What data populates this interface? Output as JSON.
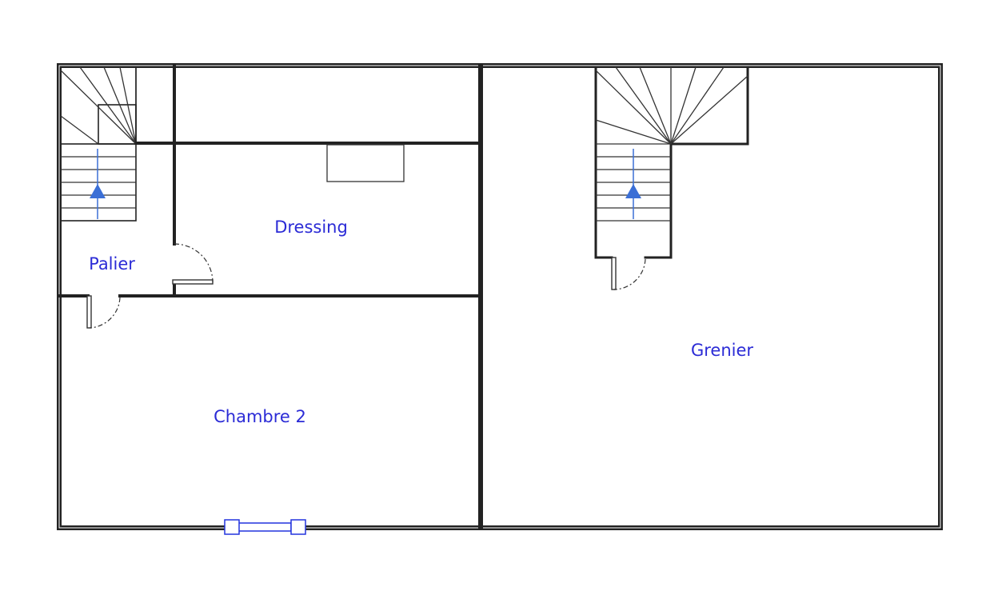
{
  "plan": {
    "rooms": [
      {
        "id": "palier",
        "label": "Palier"
      },
      {
        "id": "dressing",
        "label": "Dressing"
      },
      {
        "id": "chambre2",
        "label": "Chambre 2"
      },
      {
        "id": "grenier",
        "label": "Grenier"
      }
    ],
    "colors": {
      "walls": "#222222",
      "labels": "#2b2bd6",
      "stair_arrows": "#3b6fd6",
      "window": "#2233dd"
    }
  }
}
